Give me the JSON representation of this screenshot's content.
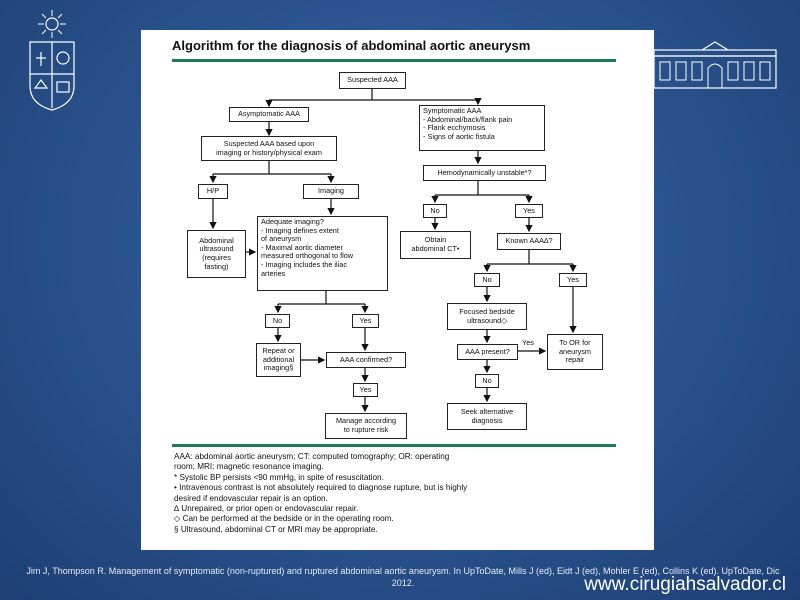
{
  "title": "Algorithm for the diagnosis of abdominal aortic aneurysm",
  "nodes": {
    "suspected": "Suspected AAA",
    "asymptomatic": "Asymptomatic AAA",
    "symptomatic": "Symptomatic AAA\n- Abdominal/back/flank pain\n- Flank ecchymosis\n- Signs of aortic fistula",
    "suspected_based": "Suspected AAA based upon\nimaging or history/physical exam",
    "hp": "H/P",
    "imaging": "Imaging",
    "abd_us": "Abdominal\nultrasound\n(requires\nfasting)",
    "adequate": "Adequate imaging?\n- Imaging defines extent\n  of aneurysm\n- Maximal aortic diameter\n  measured orthogonal to flow\n- Imaging includes the iliac\n  arteries",
    "hemo": "Hemodynamically unstable*?",
    "no1": "No",
    "yes1": "Yes",
    "obtain_ct": "Obtain\nabdominal CT•",
    "known": "Known AAA∆?",
    "no2": "No",
    "yes2": "Yes",
    "focused": "Focused bedside\nultrasound◇",
    "aaa_present": "AAA present?",
    "to_or": "To OR for\naneurysm\nrepair",
    "no3": "No",
    "seek": "Seek alternative\ndiagnosis",
    "no4": "No",
    "yes4": "Yes",
    "repeat": "Repeat or\nadditional\nimaging§",
    "confirmed": "AAA confirmed?",
    "yes5": "Yes",
    "manage": "Manage according\nto rupture risk",
    "yes_label": "Yes"
  },
  "footnotes": [
    "AAA: abdominal aortic aneurysm; CT: computed tomography; OR: operating",
    "room; MRI: magnetic resonance imaging.",
    "* Systolic BP persists <90 mmHg, in spite of resuscitation.",
    "• Intravenous contrast is not absolutely required to diagnose rupture, but is highly",
    "desired if endovascular repair is an option.",
    "∆ Unrepaired, or prior open or endovascular repair.",
    "◇ Can be performed at the bedside or in the operating room.",
    "§ Ultrasound, abdominal CT or MRI may be appropriate."
  ],
  "citation": "Jim J, Thompson R.  Management of symptomatic (non-ruptured) and ruptured abdominal aortic aneurysm.  In UpToDate,  Mills J (ed),  Eidt J (ed),  Mohler E (ed), Collins K (ed). UpToDate,  Dic 2012.",
  "website": "www.cirugiahsalvador.cl",
  "colors": {
    "background": "#2b5590",
    "rule": "#1f7a56"
  },
  "icons": {
    "left_logo": "university-crest-icon",
    "right_logo": "building-facade-icon"
  }
}
